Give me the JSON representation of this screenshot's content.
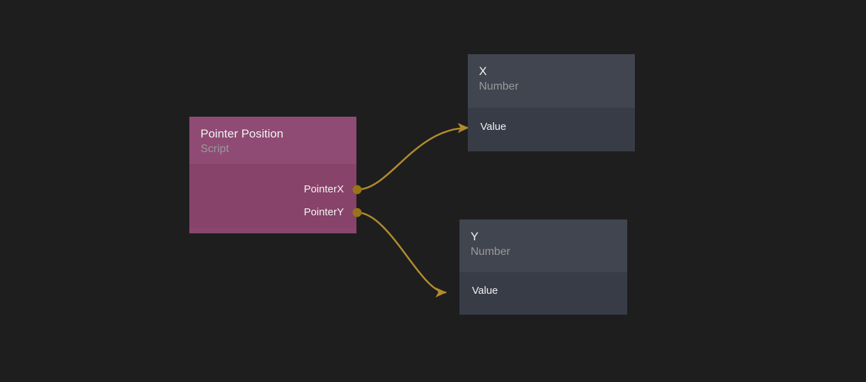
{
  "canvas": {
    "background_color": "#1e1e1e",
    "edge_color": "#b08a2e",
    "port_color": "#9a7318"
  },
  "nodes": [
    {
      "id": "pointer-position",
      "title": "Pointer Position",
      "subtitle": "Script",
      "kind": "script",
      "header_color": "#8f4b74",
      "body_color": "#874369",
      "outputs": [
        {
          "label": "PointerX"
        },
        {
          "label": "PointerY"
        }
      ],
      "inputs": []
    },
    {
      "id": "x",
      "title": "X",
      "subtitle": "Number",
      "kind": "number",
      "header_color": "#41454f",
      "body_color": "#383c46",
      "outputs": [],
      "inputs": [
        {
          "label": "Value"
        }
      ]
    },
    {
      "id": "y",
      "title": "Y",
      "subtitle": "Number",
      "kind": "number",
      "header_color": "#41454f",
      "body_color": "#383c46",
      "outputs": [],
      "inputs": [
        {
          "label": "Value"
        }
      ]
    }
  ],
  "connections": [
    {
      "from_node": "pointer-position",
      "from_port": "PointerX",
      "to_node": "x",
      "to_port": "Value"
    },
    {
      "from_node": "pointer-position",
      "from_port": "PointerY",
      "to_node": "y",
      "to_port": "Value"
    }
  ]
}
